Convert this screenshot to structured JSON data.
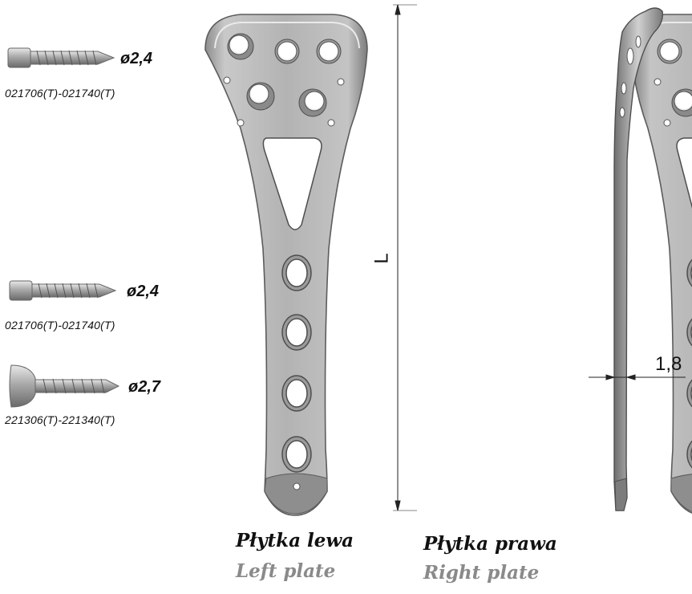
{
  "screws": [
    {
      "diameter": "ø2,4",
      "code": "021706(T)-021740(T)"
    },
    {
      "diameter": "ø2,4",
      "code": "021706(T)-021740(T)"
    },
    {
      "diameter": "ø2,7",
      "code": "221306(T)-221340(T)"
    }
  ],
  "plates": [
    {
      "name_pl": "Płytka lewa",
      "name_en": "Left plate"
    },
    {
      "name_pl": "Płytka prawa",
      "name_en": "Right plate"
    }
  ],
  "dimensions": {
    "length_label": "L",
    "thickness": "1,8"
  },
  "colors": {
    "metal_light": "#d9d9d9",
    "metal_mid": "#a8a8a8",
    "metal_dark": "#6e6e6e",
    "caption_en": "#8a8a8a"
  }
}
